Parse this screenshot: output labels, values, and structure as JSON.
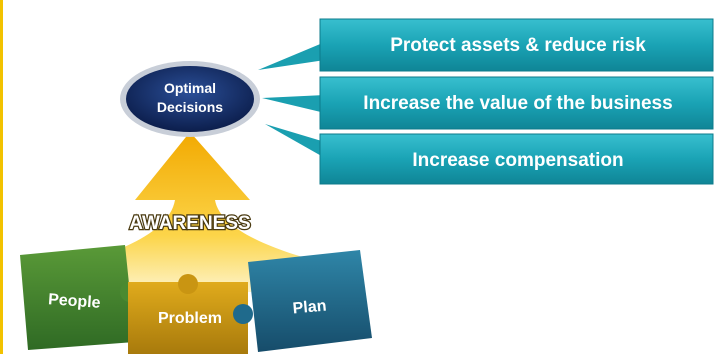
{
  "goal": {
    "line1": "Optimal",
    "line2": "Decisions"
  },
  "arrow_label": "AWARENESS",
  "outcomes": [
    "Protect assets & reduce risk",
    "Increase the value of the business",
    "Increase compensation"
  ],
  "pieces": {
    "left": "People",
    "center": "Problem",
    "right": "Plan"
  },
  "colors": {
    "teal": "#1aa3b5",
    "teal_dark": "#0f7f8f",
    "arrow_gold": "#f5b800",
    "green": "#3f7f2f",
    "gold": "#c99512",
    "blue": "#1f5f80",
    "navy_oval": "#0f2558",
    "side_rule": "#f2c200"
  }
}
